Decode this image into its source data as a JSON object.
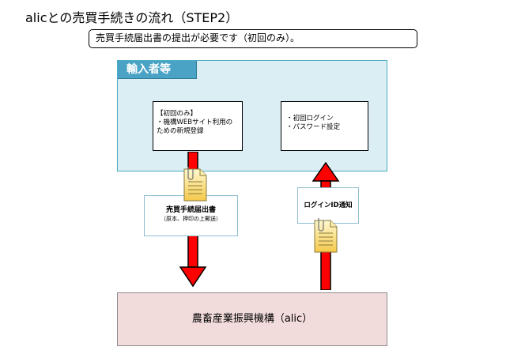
{
  "page": {
    "title": "alicとの売買手続きの流れ（STEP2）"
  },
  "note": {
    "text": "売買手続届出書の提出が必要です（初回のみ）。"
  },
  "importer": {
    "header": "輸入者等",
    "left_box": {
      "line1": "【初回のみ】",
      "line2": "・機構WEBサイト利用の",
      "line3": "ための新規登録"
    },
    "right_box": {
      "line1": "・初回ログイン",
      "line2": "・パスワード設定"
    }
  },
  "document_label": {
    "title": "売買手続届出書",
    "subtitle": "（原本、押印の上郵送）"
  },
  "login_label": {
    "text": "ログインID通知"
  },
  "alic": {
    "name": "農畜産業振興機構（alic）"
  },
  "colors": {
    "importer_fill": "#dbeef4",
    "importer_header": "#4aa3c4",
    "alic_fill": "#f2dcdb",
    "arrow_red": "#ff0000",
    "document_yellow": "#ffe97a"
  },
  "icons": {
    "document": "document-with-paperclip-icon",
    "arrow_down": "red-arrow-down",
    "arrow_up": "red-arrow-up"
  }
}
